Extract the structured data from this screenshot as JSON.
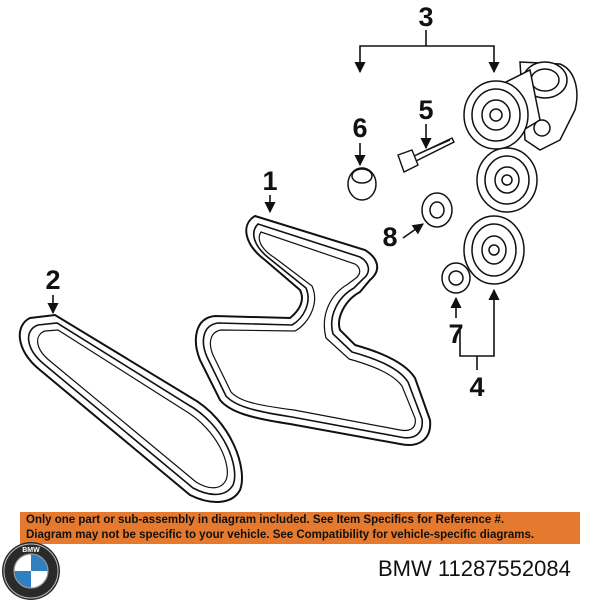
{
  "callouts": {
    "c1": "1",
    "c2": "2",
    "c3": "3",
    "c4": "4",
    "c5": "5",
    "c6": "6",
    "c7": "7",
    "c8": "8"
  },
  "notice": {
    "line1": "Only one part or sub-assembly in diagram included. See Item Specifics for Reference #.",
    "line2": "Diagram may not be specific to your vehicle. See Compatibility for vehicle-specific diagrams.",
    "background_color": "#e5792e"
  },
  "footer": {
    "brand": "BMW",
    "part_number": "11287552084",
    "logo_text": "BMW"
  }
}
